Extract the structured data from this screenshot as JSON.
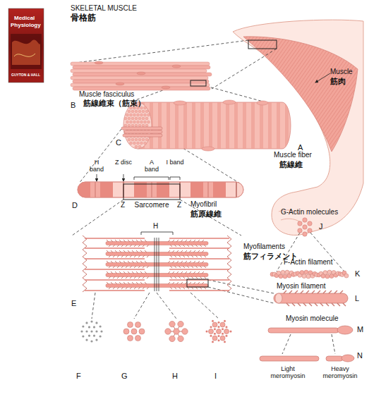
{
  "diagram": {
    "title": "SKELETAL MUSCLE",
    "labels": [
      "骨格筋",
      "Medical",
      "Physiology",
      "GUYTON & HALL",
      "Muscle",
      "筋肉",
      "A",
      "Muscle fasciculus",
      "筋線維束（筋束）",
      "B",
      "C",
      "Muscle fiber",
      "筋線維",
      "H band",
      "Z disc",
      "A band",
      "I band",
      "D",
      "Z",
      "Sarcomere",
      "Z",
      "Myofibril",
      "筋原線維",
      "H",
      "E",
      "Myofilaments",
      "筋フィラメント",
      "F",
      "G",
      "H",
      "I",
      "G-Actin molecules",
      "J",
      "F-Actin filament",
      "K",
      "Myosin filament",
      "L",
      "Myosin molecule",
      "M",
      "Light meromyosin",
      "Heavy meromyosin",
      "N"
    ]
  }
}
